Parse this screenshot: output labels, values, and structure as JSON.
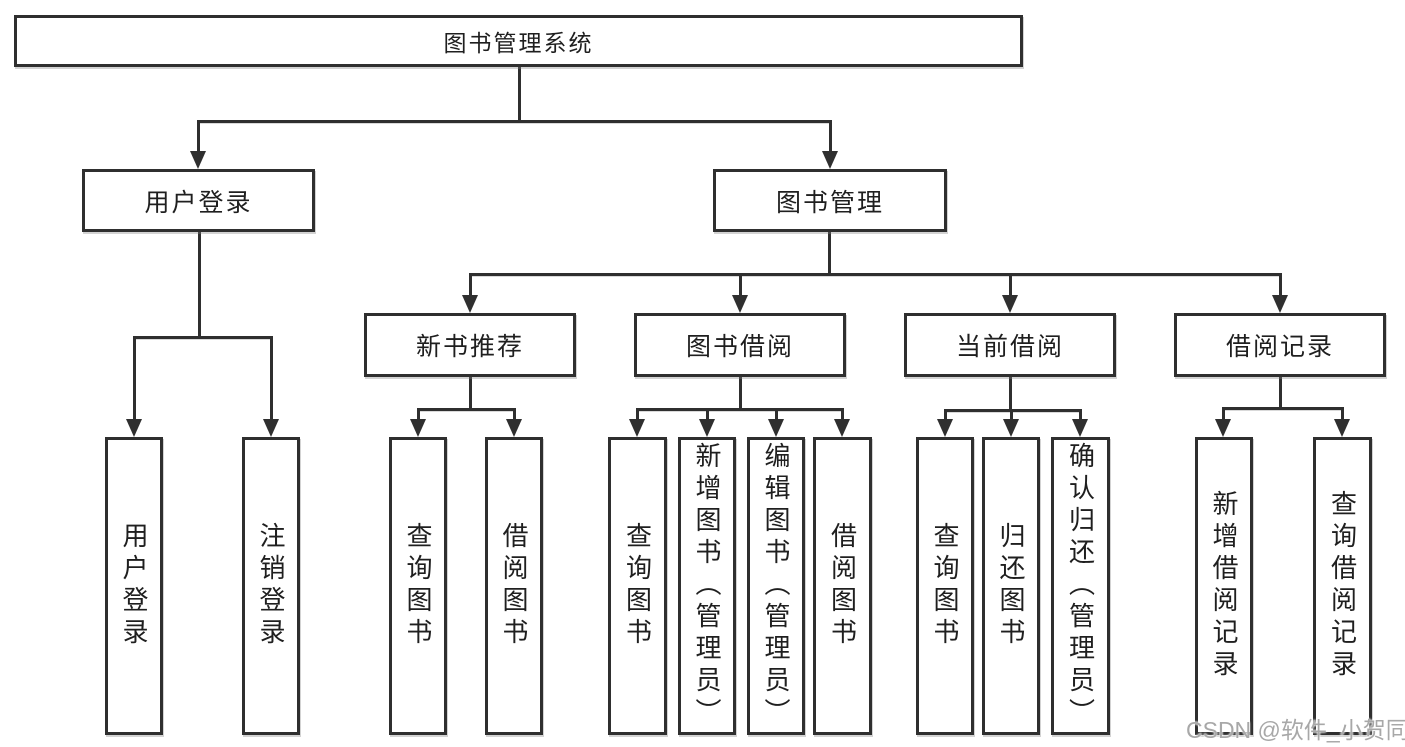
{
  "tree": {
    "root": "图书管理系统",
    "level2": {
      "login": "用户登录",
      "management": "图书管理"
    },
    "level3": {
      "new_books": "新书推荐",
      "borrowing": "图书借阅",
      "current": "当前借阅",
      "records": "借阅记录"
    },
    "leaves": {
      "login": [
        "用户登录",
        "注销登录"
      ],
      "new_books": [
        "查询图书",
        "借阅图书"
      ],
      "borrowing": [
        "查询图书",
        "新增图书（管理员）",
        "编辑图书（管理员）",
        "借阅图书"
      ],
      "current": [
        "查询图书",
        "归还图书",
        "确认归还（管理员）"
      ],
      "records": [
        "新增借阅记录",
        "查询借阅记录"
      ]
    }
  },
  "watermark": "CSDN @软件_小贺同学",
  "colors": {
    "line": "#2f2f2f",
    "background": "#ffffff",
    "watermark": "#a8a8a8"
  }
}
